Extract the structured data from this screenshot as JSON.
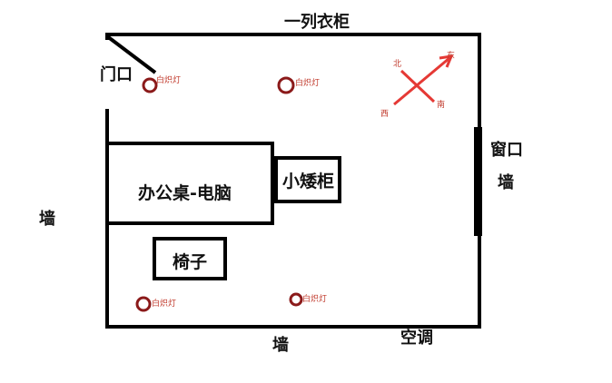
{
  "labels": {
    "wardrobe": "一列衣柜",
    "door": "门口",
    "wall_left": "墙",
    "wall_bottom": "墙",
    "window": "窗口",
    "wall_right": "墙",
    "aircon": "空调",
    "desk": "办公桌-电脑",
    "cabinet": "小矮柜",
    "chair": "椅子"
  },
  "lamps": [
    {
      "label": "白炽灯"
    },
    {
      "label": "白炽灯"
    },
    {
      "label": "白炽灯"
    },
    {
      "label": "白炽灯"
    }
  ],
  "compass": {
    "north": "北",
    "east": "东",
    "west": "西",
    "south": "南"
  },
  "colors": {
    "wall": "#000000",
    "lamp": "#8b1a1a",
    "compass": "#e53935"
  }
}
